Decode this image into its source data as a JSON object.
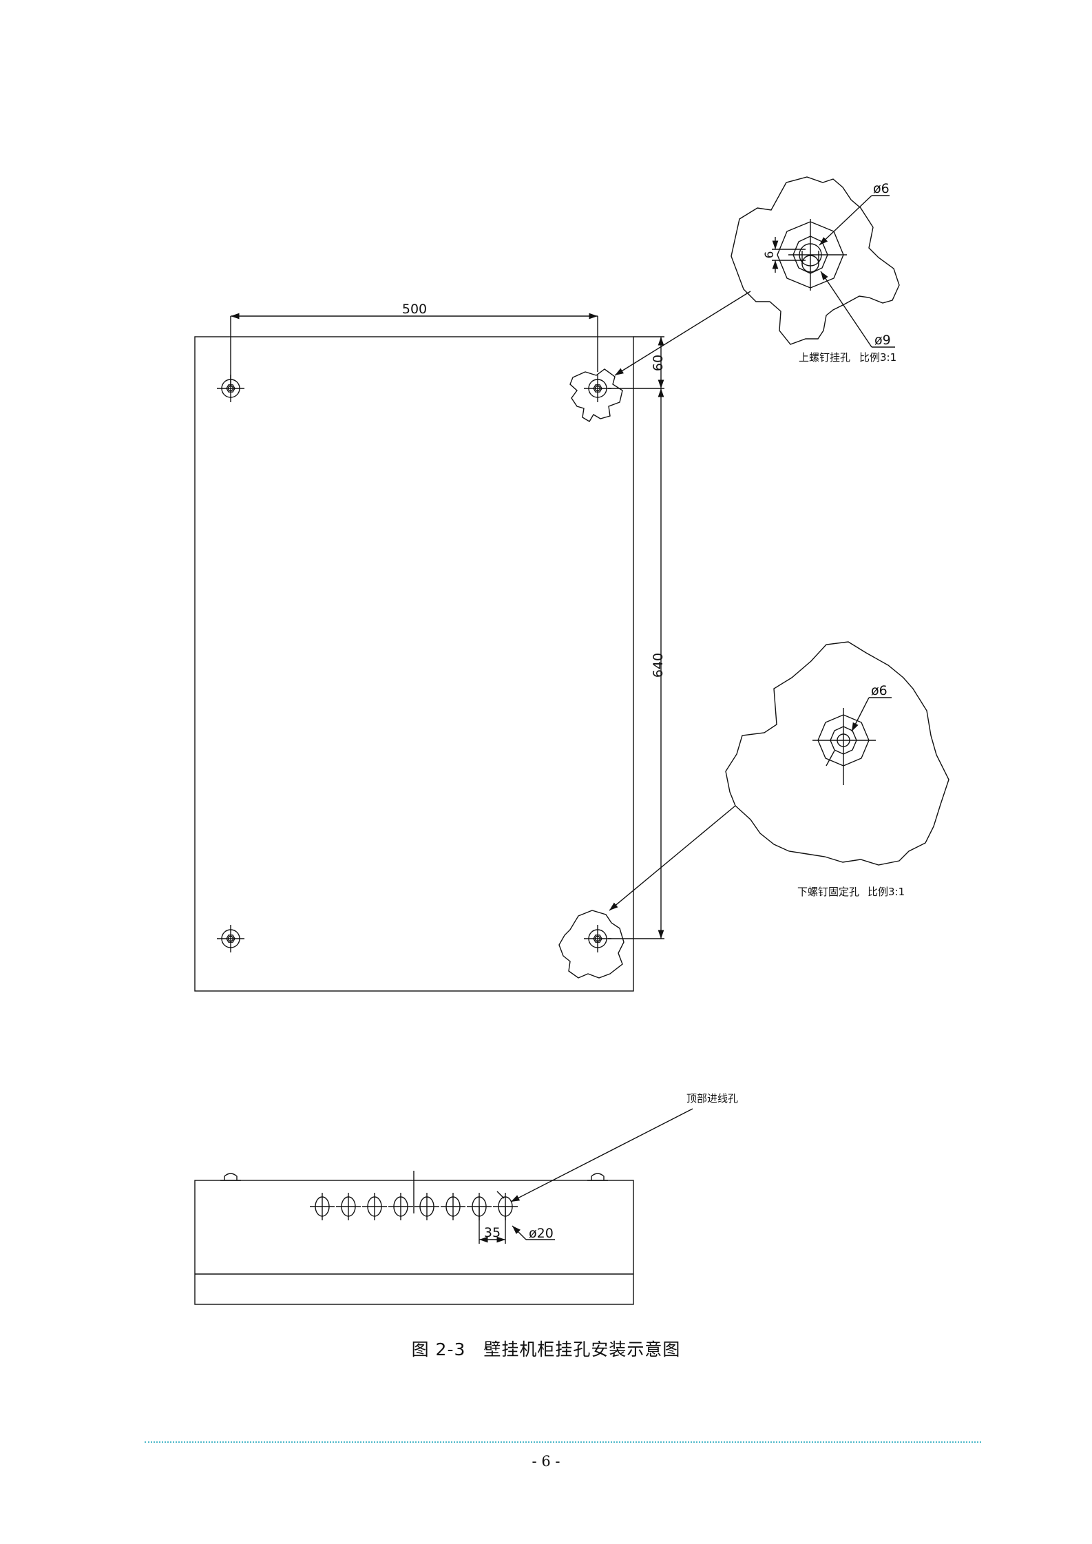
{
  "front_view": {
    "dim_width": "500",
    "dim_top_offset": "60",
    "dim_height": "640"
  },
  "detail_upper": {
    "dia_small": "ø6",
    "dia_large": "ø9",
    "slot_width": "6",
    "label": "上螺钉挂孔",
    "scale": "比例3:1"
  },
  "detail_lower": {
    "dia": "ø6",
    "label": "下螺钉固定孔",
    "scale": "比例3:1"
  },
  "top_view": {
    "callout": "顶部进线孔",
    "pitch": "35",
    "hole_dia": "ø20"
  },
  "caption": {
    "number": "图 2-3",
    "title": "壁挂机柜挂孔安装示意图"
  },
  "footer": {
    "page": "- 6 -"
  }
}
